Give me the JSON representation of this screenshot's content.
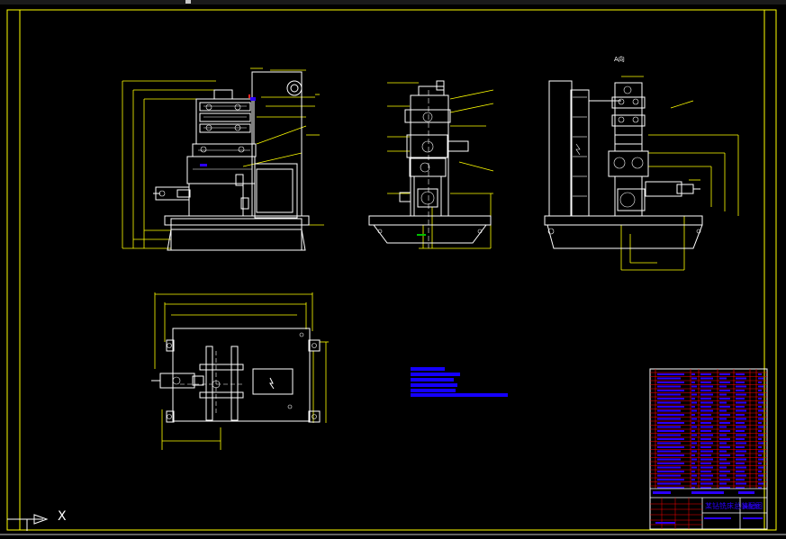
{
  "drawing": {
    "view_label_a": "A向",
    "ucs_axis": "X",
    "colors": {
      "background": "#000000",
      "border": "#ffff00",
      "geometry": "#ffffff",
      "dimension": "#ffff00",
      "leader": "#ffff00",
      "annotation": "#1500ff",
      "title_block_lines": "#ff0000",
      "title_block_text": "#2b00ff",
      "accent_green": "#00c000"
    },
    "title_block": {
      "drawing_title": "某钻铣床总装配图",
      "sheet_code": "装配图"
    }
  }
}
